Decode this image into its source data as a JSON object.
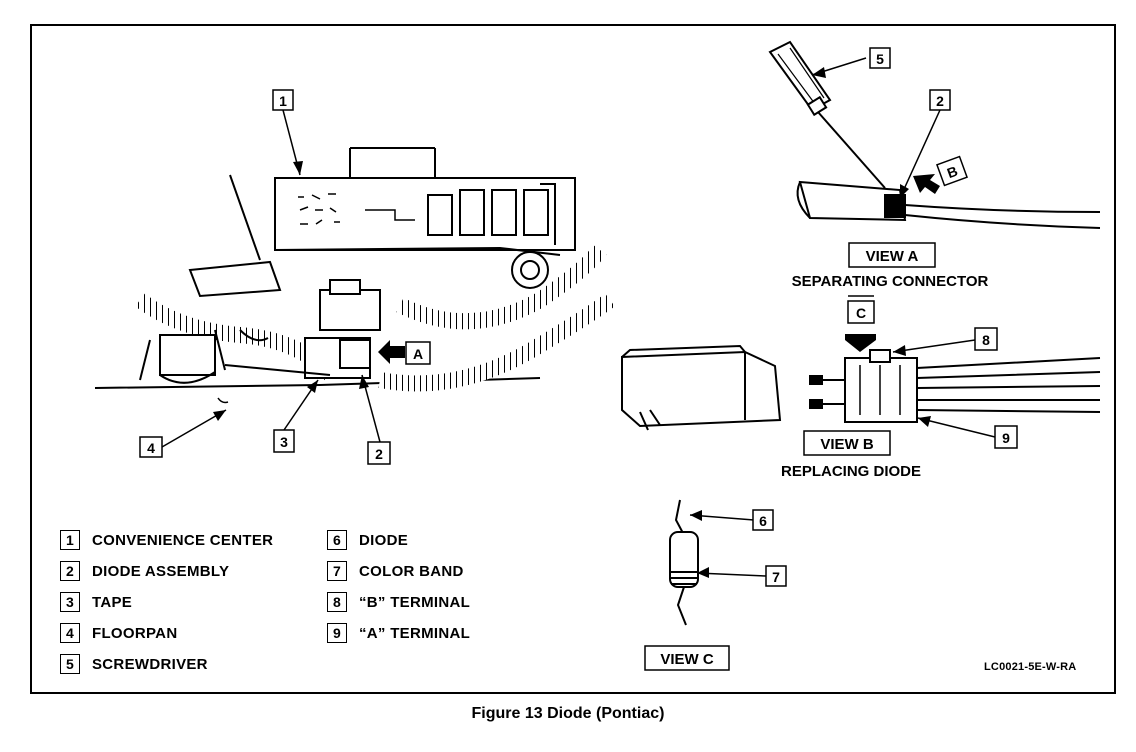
{
  "figure": {
    "caption": "Figure 13 Diode (Pontiac)",
    "code": "LC0021-5E-W-RA"
  },
  "callouts": {
    "c1": "1",
    "c2a": "2",
    "c2b": "2",
    "c3": "3",
    "c4": "4",
    "c5": "5",
    "c6": "6",
    "c7": "7",
    "c8": "8",
    "c9": "9"
  },
  "views": {
    "a_label": "VIEW A",
    "a_title": "SEPARATING CONNECTOR",
    "a_arrow": "A",
    "b_label": "VIEW B",
    "b_title": "REPLACING DIODE",
    "b_arrow": "B",
    "c_label": "VIEW C",
    "c_arrow": "C"
  },
  "legend": [
    {
      "num": "1",
      "label": "CONVENIENCE CENTER"
    },
    {
      "num": "2",
      "label": "DIODE ASSEMBLY"
    },
    {
      "num": "3",
      "label": "TAPE"
    },
    {
      "num": "4",
      "label": "FLOORPAN"
    },
    {
      "num": "5",
      "label": "SCREWDRIVER"
    },
    {
      "num": "6",
      "label": "DIODE"
    },
    {
      "num": "7",
      "label": "COLOR BAND"
    },
    {
      "num": "8",
      "label": "“B” TERMINAL"
    },
    {
      "num": "9",
      "label": "“A” TERMINAL"
    }
  ]
}
